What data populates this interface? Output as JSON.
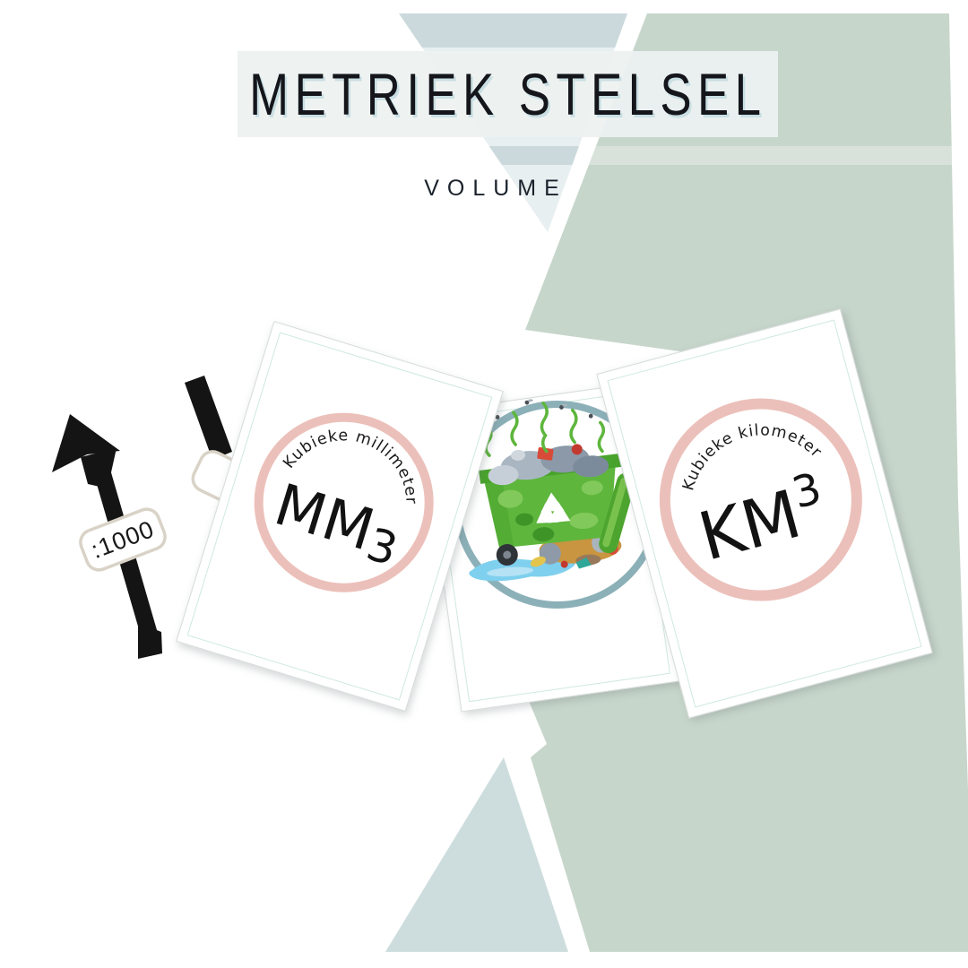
{
  "poster": {
    "title": "METRIEK STELSEL",
    "subtitle": "VOLUME"
  },
  "conversion": {
    "factor_label": ":1000"
  },
  "cards": {
    "mm3": {
      "arc_label": "Kubieke millimeter",
      "unit_base": "MM",
      "unit_digit": "3"
    },
    "km3": {
      "arc_label": "Kubieke kilometer",
      "unit_base": "KM",
      "unit_exponent": "3"
    }
  },
  "icons": {
    "arrow_up": "black-conversion-arrow-up-left",
    "arrow_partial": "black-conversion-arrow-behind-card",
    "trash": "overflowing-green-dumpster",
    "recycle": "white-recycle-arrows",
    "stink": "green-stink-squiggles",
    "puddle": "blue-water-puddle"
  },
  "colors": {
    "sage": "#c7d6cb",
    "bluegray": "#cbd9dc",
    "triangle_light": "#e8eff1",
    "bottom_triangle": "#cdddde",
    "title_band": "#edf2f1",
    "pink_ring": "#ecc0ba",
    "teal_ring": "#8cb0b8",
    "ink": "#141414",
    "label_border": "#d9d3c7",
    "bin_green": "#5eb63d",
    "bin_dark": "#48a32c",
    "puddle_blue": "#7fd0ee"
  }
}
